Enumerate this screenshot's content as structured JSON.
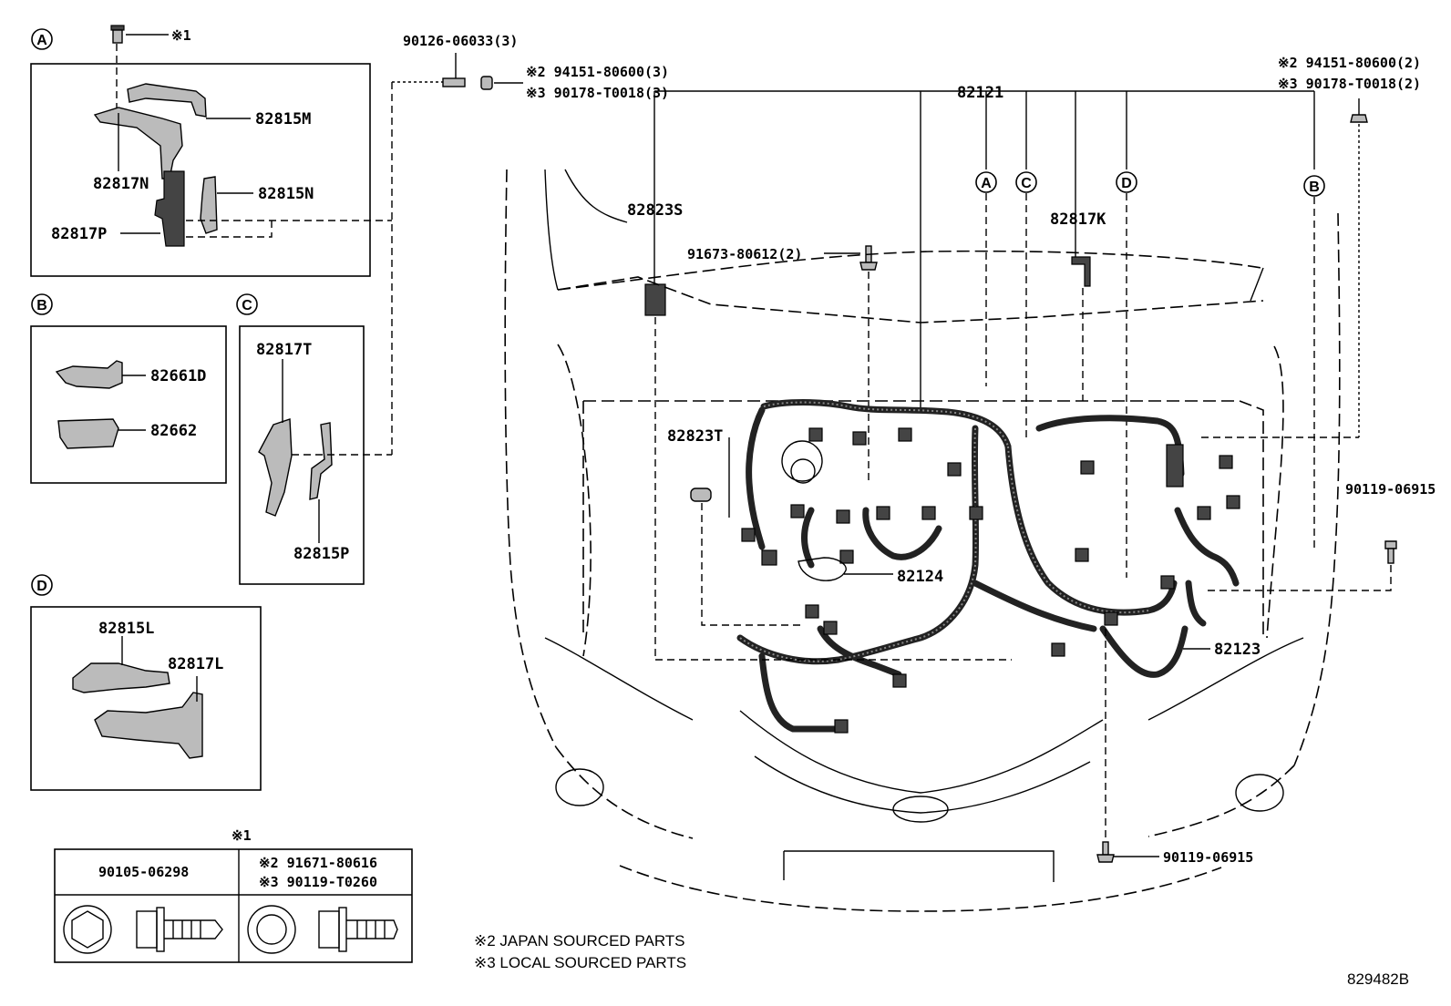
{
  "diagram_id": "829482B",
  "notes": {
    "japan": "※2 JAPAN SOURCED PARTS",
    "local": "※3 LOCAL SOURCED PARTS"
  },
  "group_a": {
    "marker": "A",
    "bolt_note": "※1",
    "parts": [
      "82815M",
      "82817N",
      "82815N",
      "82817P"
    ]
  },
  "group_b": {
    "marker": "B",
    "parts": [
      "82661D",
      "82662"
    ]
  },
  "group_c": {
    "marker": "C",
    "parts": [
      "82817T",
      "82815P"
    ]
  },
  "group_d": {
    "marker": "D",
    "parts": [
      "82815L",
      "82817L"
    ]
  },
  "top_fasteners": {
    "bolt": "90126-06033(3)",
    "nut_japan": "※2 94151-80600(3)",
    "nut_local": "※3 90178-T0018(3)"
  },
  "right_fasteners": {
    "nut_japan": "※2 94151-80600(2)",
    "nut_local": "※3 90178-T0018(2)"
  },
  "main": {
    "harness": "82121",
    "markers": [
      "A",
      "C",
      "D",
      "B"
    ],
    "p_82823s": "82823S",
    "p_82817k": "82817K",
    "p_91673": "91673-80612(2)",
    "p_82823t": "82823T",
    "p_82124": "82124",
    "p_82123": "82123",
    "bolt_right": "90119-06915",
    "bolt_bottom": "90119-06915"
  },
  "legend": {
    "title": "※1",
    "col1_part": "90105-06298",
    "col2_japan": "※2 91671-80616",
    "col2_local": "※3 90119-T0260"
  }
}
